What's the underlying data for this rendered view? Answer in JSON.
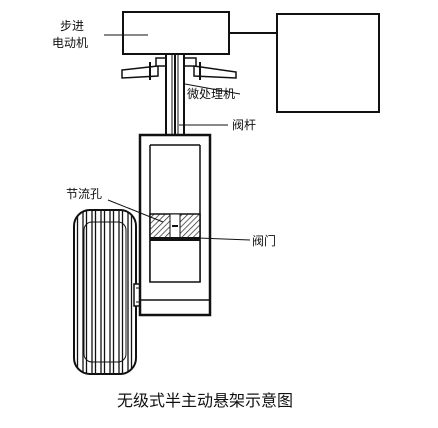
{
  "labels": {
    "stepper_motor_line1": "步进",
    "stepper_motor_line2": "电动机",
    "microprocessor": "微处理机",
    "valve_rod": "阀杆",
    "throttle_hole": "节流孔",
    "valve": "阀门"
  },
  "caption": "无级式半主动悬架示意图",
  "colors": {
    "ink": "#111111",
    "paper": "#ffffff",
    "hatch": "#333333"
  }
}
